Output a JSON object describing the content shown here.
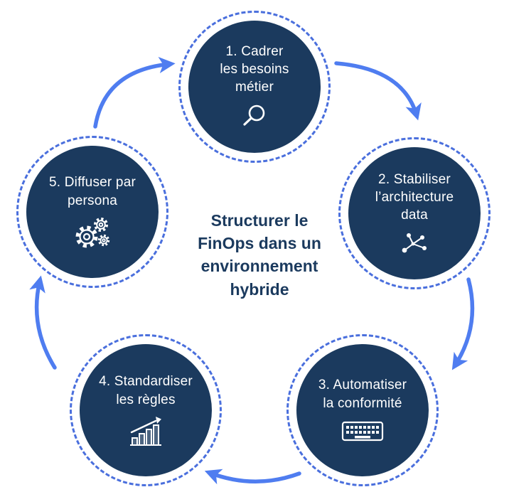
{
  "title": "Structurer le\nFinOps dans un\nenvironnement\nhybride",
  "steps": [
    {
      "label": "1. Cadrer\nles besoins\nmétier",
      "icon": "magnifier-icon"
    },
    {
      "label": "2. Stabiliser\nl’architecture\ndata",
      "icon": "network-nodes-icon"
    },
    {
      "label": "3. Automatiser\nla conformité",
      "icon": "keyboard-icon"
    },
    {
      "label": "4. Standardiser\nles règles",
      "icon": "bar-chart-growth-icon"
    },
    {
      "label": "5. Diffuser par\npersona",
      "icon": "gears-icon"
    }
  ],
  "colors": {
    "navy": "#1b3a5e",
    "dashed": "#4a6fdd",
    "arrow": "#4f7df0",
    "icon": "#ffffff",
    "background": "#ffffff"
  }
}
